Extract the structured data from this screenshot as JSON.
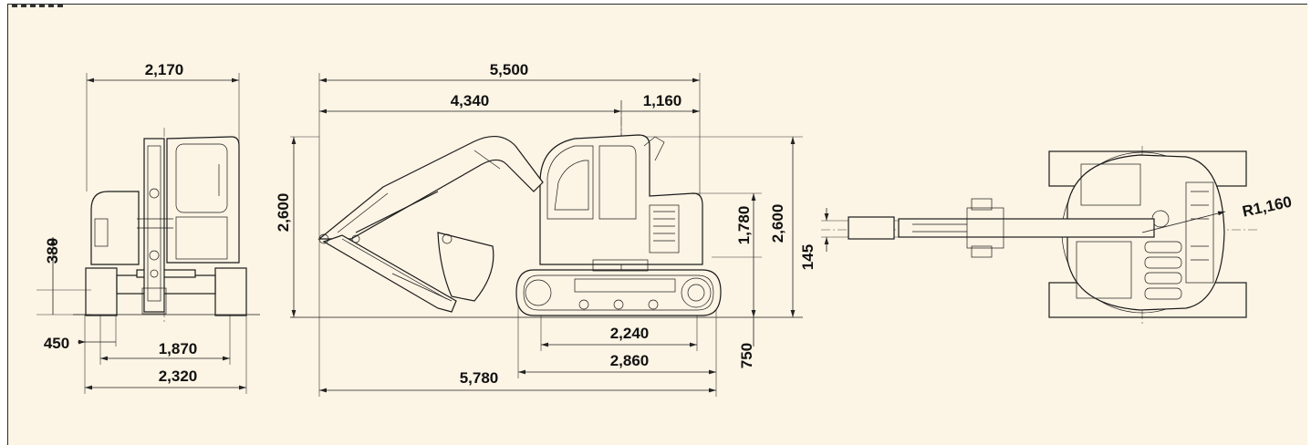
{
  "dimensions": {
    "front_width_2170": "2,170",
    "front_380": "380",
    "front_450": "450",
    "front_1870": "1,870",
    "front_2320": "2,320",
    "side_5500": "5,500",
    "side_4340": "4,340",
    "side_1160": "1,160",
    "side_2600_left": "2,600",
    "side_1780": "1,780",
    "side_2600_right": "2,600",
    "side_145": "145",
    "side_2240": "2,240",
    "side_2860": "2,860",
    "side_750": "750",
    "side_5780": "5,780",
    "top_r1160": "R1,160"
  },
  "colors": {
    "background": "#fcf4e4",
    "ink": "#1a1a1a"
  }
}
